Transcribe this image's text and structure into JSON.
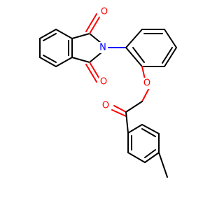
{
  "molecule": {
    "atoms": {
      "o_top": "O",
      "n": "N",
      "o_bottom": "O",
      "o_ether": "O",
      "o_ketone": "O"
    },
    "colors": {
      "oxygen": "#ff0000",
      "nitrogen": "#0000ff",
      "bond": "#000000",
      "background": "#ffffff"
    }
  }
}
